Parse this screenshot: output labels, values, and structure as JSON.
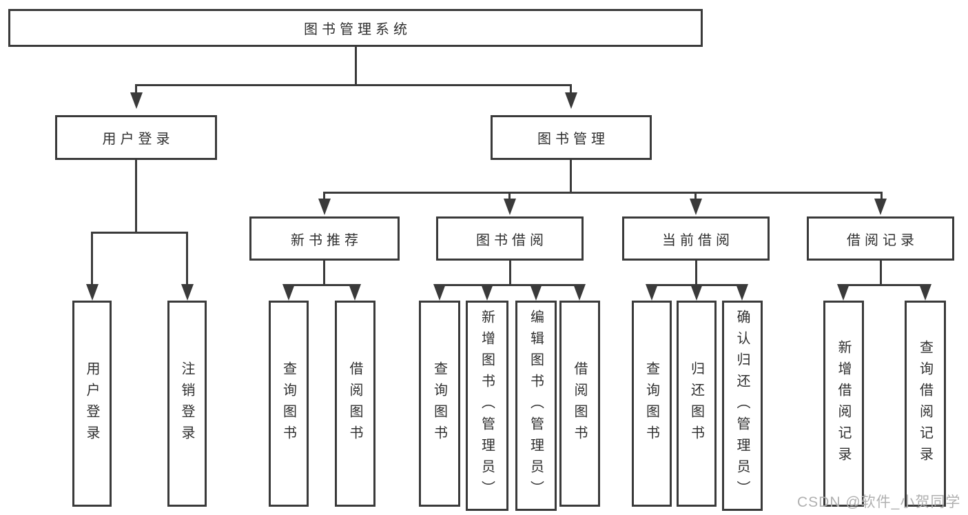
{
  "nodes": {
    "root": "图书管理系统",
    "level2": {
      "user_login": "用户登录",
      "book_mgmt": "图书管理"
    },
    "level3": {
      "new_books": "新书推荐",
      "book_borrow": "图书借阅",
      "current_borrow": "当前借阅",
      "borrow_records": "借阅记录"
    },
    "leaves": {
      "login": [
        "用户登录",
        "注销登录"
      ],
      "new_books": [
        "查询图书",
        "借阅图书"
      ],
      "book_borrow": [
        "查询图书",
        "新增图书（管理员）",
        "编辑图书（管理员）",
        "借阅图书"
      ],
      "current_borrow": [
        "查询图书",
        "归还图书",
        "确认归还（管理员）"
      ],
      "borrow_records": [
        "新增借阅记录",
        "查询借阅记录"
      ]
    }
  },
  "watermark": "CSDN @软件_小贺同学",
  "colors": {
    "line": "#3a3a3a",
    "text": "#2f2f2f",
    "watermark": "#b0b0b0",
    "background": "#ffffff"
  }
}
